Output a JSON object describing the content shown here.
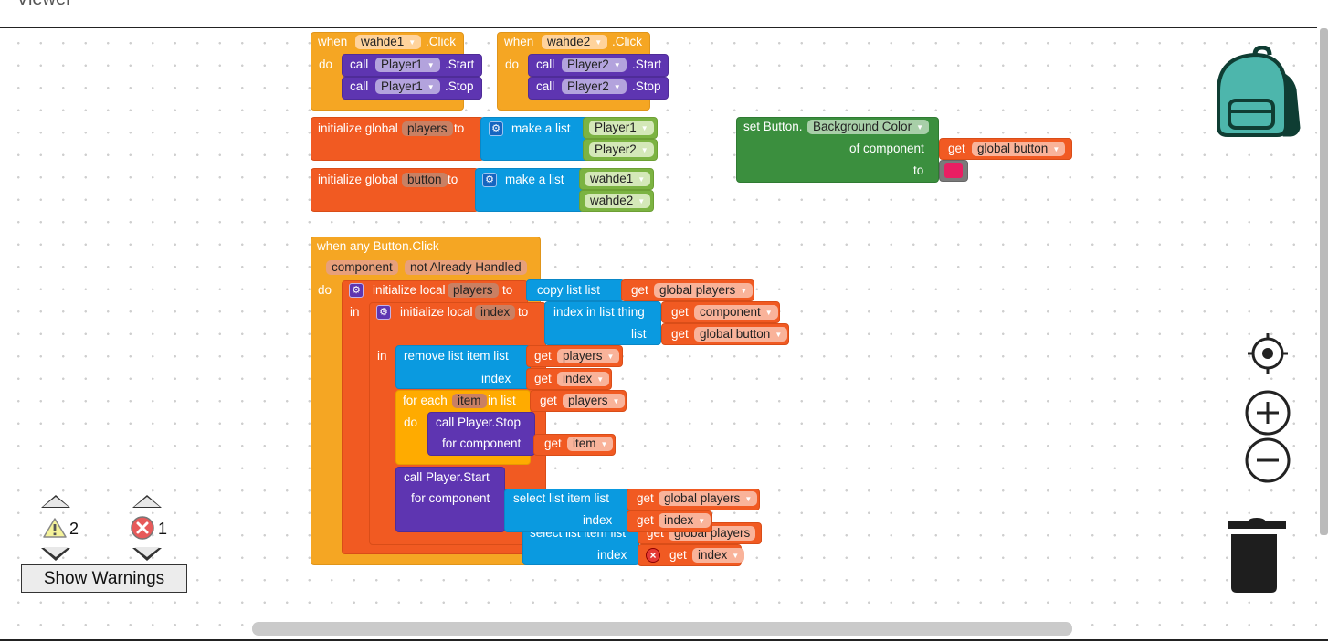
{
  "header": {
    "title": "Viewer"
  },
  "colors": {
    "event": "#f5a623",
    "variable": "#f15a22",
    "list": "#0a9ae0",
    "component_call": "#5e35b1",
    "component_block": "#7cb342",
    "setter": "#3b8f3e",
    "swatch": "#e91e63"
  },
  "blocks": {
    "wahde1_click": {
      "when": "when",
      "component": "wahde1",
      "event": ".Click",
      "do": "do",
      "calls": [
        {
          "call": "call",
          "component": "Player1",
          "method": ".Start"
        },
        {
          "call": "call",
          "component": "Player1",
          "method": ".Stop"
        }
      ]
    },
    "wahde2_click": {
      "when": "when",
      "component": "wahde2",
      "event": ".Click",
      "do": "do",
      "calls": [
        {
          "call": "call",
          "component": "Player2",
          "method": ".Start"
        },
        {
          "call": "call",
          "component": "Player2",
          "method": ".Stop"
        }
      ]
    },
    "global_players": {
      "label": "initialize global",
      "name": "players",
      "to": "to",
      "make_list": "make a list",
      "items": [
        "Player1",
        "Player2"
      ]
    },
    "global_button": {
      "label": "initialize global",
      "name": "button",
      "to": "to",
      "make_list": "make a list",
      "items": [
        "wahde1",
        "wahde2"
      ]
    },
    "set_bg": {
      "set": "set Button.",
      "property": "Background Color",
      "of_component": "of component",
      "get": "get",
      "var": "global button",
      "to": "to"
    },
    "any_click": {
      "title": "when any Button.Click",
      "params": [
        "component",
        "not Already Handled"
      ],
      "do": "do",
      "in1": "in",
      "in2": "in",
      "local1": {
        "label": "initialize local",
        "name": "players",
        "to": "to",
        "op": "copy list  list",
        "get": "get",
        "var": "global players"
      },
      "local2": {
        "label": "initialize local",
        "name": "index",
        "to": "to",
        "op": "index in list  thing",
        "get": "get",
        "var": "component",
        "list_label": "list",
        "get2": "get",
        "var2": "global button"
      },
      "remove": {
        "label": "remove list item  list",
        "get": "get",
        "var": "players",
        "index_label": "index",
        "get2": "get",
        "var2": "index"
      },
      "foreach": {
        "label": "for each",
        "name": "item",
        "in_list": "in list",
        "get": "get",
        "var": "players",
        "do": "do"
      },
      "stop": {
        "label": "call Player.Stop",
        "for_component": "for component",
        "get": "get",
        "var": "item"
      },
      "start": {
        "label": "call Player.Start",
        "for_component": "for component",
        "select": "select list item  list",
        "get": "get",
        "var": "global players",
        "index_label": "index",
        "get2": "get",
        "var2": "index"
      },
      "ghost": {
        "select": "select list item  list",
        "get": "get",
        "var": "global players",
        "index_label": "index",
        "get2": "get",
        "var2": "index"
      }
    }
  },
  "warnings": {
    "warning_count": "2",
    "error_count": "1",
    "button": "Show Warnings"
  }
}
